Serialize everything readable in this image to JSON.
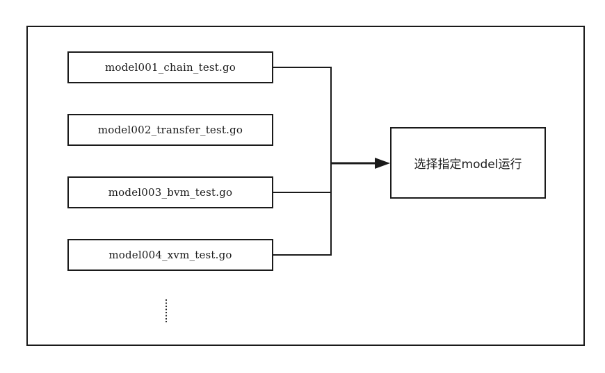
{
  "diagram": {
    "files": [
      {
        "label": "model001_chain_test.go"
      },
      {
        "label": "model002_transfer_test.go"
      },
      {
        "label": "model003_bvm_test.go"
      },
      {
        "label": "model004_xvm_test.go"
      }
    ],
    "target": {
      "label": "选择指定model运行"
    },
    "colors": {
      "line": "#1a1a1a",
      "background": "#ffffff"
    }
  }
}
